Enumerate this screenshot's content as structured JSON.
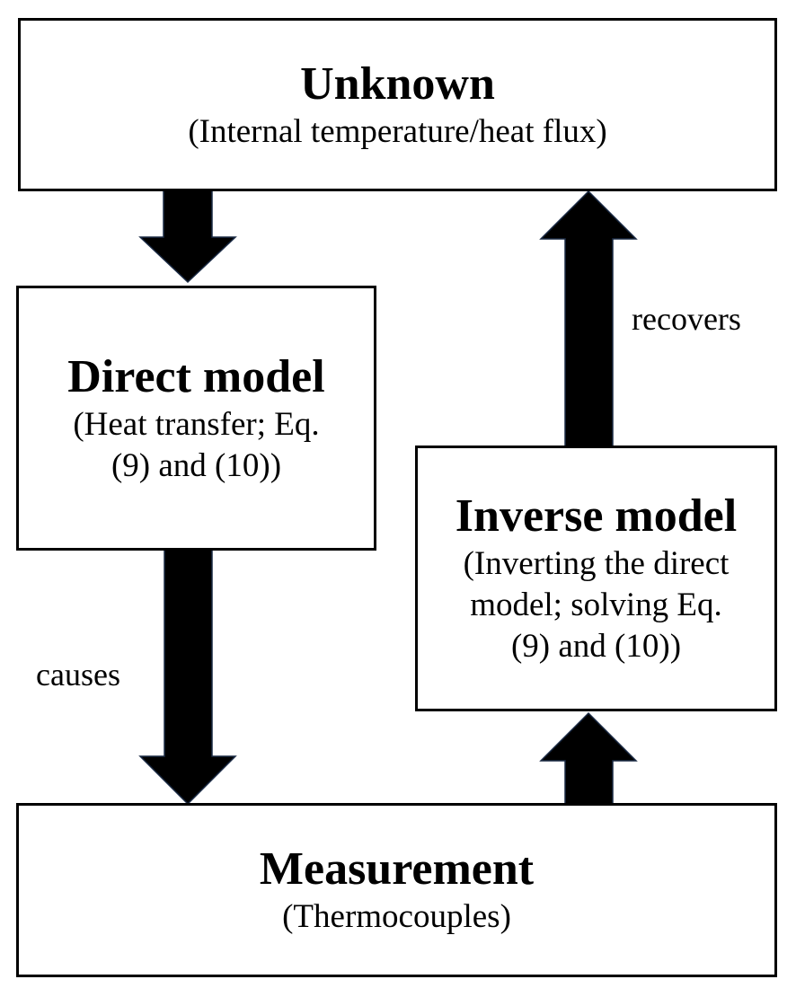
{
  "boxes": {
    "unknown": {
      "title": "Unknown",
      "subtitle": "(Internal temperature/heat flux)"
    },
    "direct_model": {
      "title": "Direct model",
      "subtitle_line1": "(Heat transfer; Eq.",
      "subtitle_line2": "(9) and (10))"
    },
    "inverse_model": {
      "title": "Inverse model",
      "subtitle_line1": "(Inverting the direct",
      "subtitle_line2": "model; solving Eq.",
      "subtitle_line3": "(9) and (10))"
    },
    "measurement": {
      "title": "Measurement",
      "subtitle": "(Thermocouples)"
    }
  },
  "edges": {
    "causes_label": "causes",
    "recovers_label": "recovers"
  },
  "colors": {
    "border": "#000000",
    "arrow_fill": "#000000",
    "arrow_outline": "#1a2a44",
    "background": "#ffffff"
  }
}
